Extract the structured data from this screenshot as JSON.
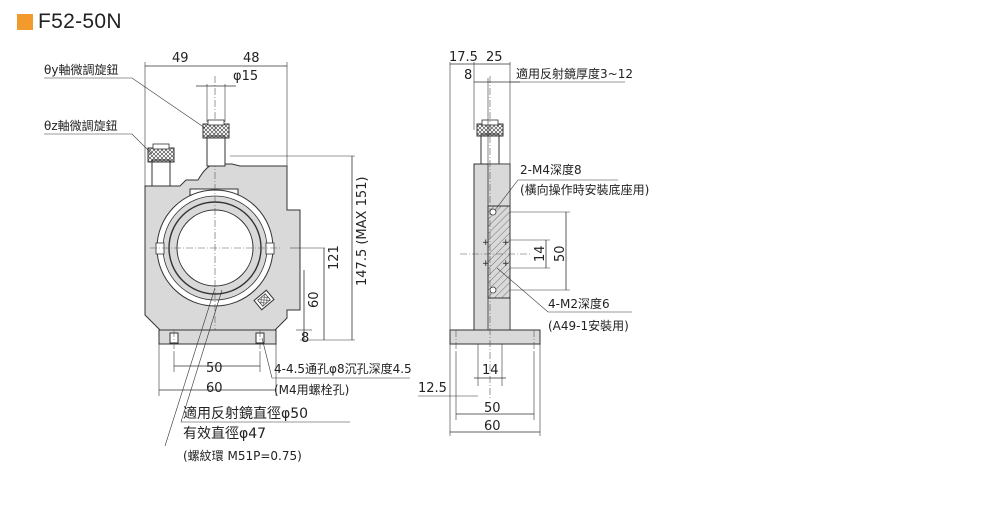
{
  "title": "F52-50N",
  "accent_color": "#f39a2d",
  "front_view": {
    "labels": {
      "theta_y_knob": "θy軸微調旋鈕",
      "theta_z_knob": "θz軸微調旋鈕",
      "mount_holes": "4-4.5通孔φ8沉孔深度4.5",
      "mount_holes_note": "(M4用螺栓孔)",
      "mirror_diameter": "適用反射鏡直徑φ50",
      "effective_diameter": "有效直徑φ47",
      "thread_ring": "(螺紋環 M51P=0.75)"
    },
    "dims": {
      "width_left": "49",
      "width_right": "48",
      "knob_dia": "φ15",
      "height_total": "147.5 (MAX 151)",
      "height_121": "121",
      "height_60": "60",
      "height_8": "8",
      "base_50": "50",
      "base_60": "60"
    }
  },
  "side_view": {
    "labels": {
      "mirror_thickness": "適用反射鏡厚度3~12",
      "m4_holes": "2-M4深度8",
      "m4_holes_note": "(橫向操作時安裝底座用)",
      "m2_holes": "4-M2深度6",
      "m2_holes_note": "(A49-1安裝用)"
    },
    "dims": {
      "d_17_5": "17.5",
      "d_25": "25",
      "d_8": "8",
      "d_14_v": "14",
      "d_50_v": "50",
      "d_14_h": "14",
      "d_12_5": "12.5",
      "d_50_h": "50",
      "d_60_h": "60"
    }
  }
}
